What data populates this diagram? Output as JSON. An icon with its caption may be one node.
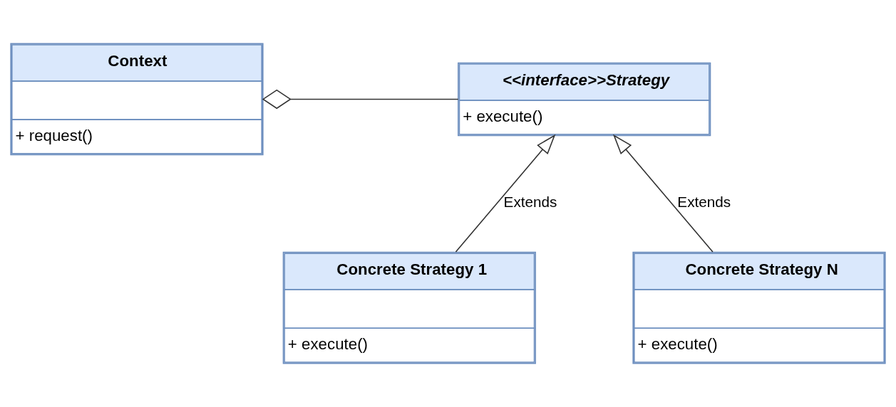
{
  "diagram": {
    "nodes": [
      {
        "text": [
          "Context",
          "+ request()"
        ]
      },
      {
        "text": [
          "<<interface>>Strategy",
          "+ execute()"
        ]
      },
      {
        "text": [
          "Concrete Strategy 1",
          "+ execute()"
        ]
      },
      {
        "text": [
          "Concrete Strategy N",
          "+ execute()"
        ]
      }
    ],
    "edges": [
      {
        "from": 0,
        "to": 1,
        "arrow": "other"
      },
      {
        "from": 2,
        "to": 1,
        "arrow": "to",
        "label": "Extends"
      },
      {
        "from": 3,
        "to": 1,
        "arrow": "to",
        "label": "Extends"
      }
    ]
  }
}
